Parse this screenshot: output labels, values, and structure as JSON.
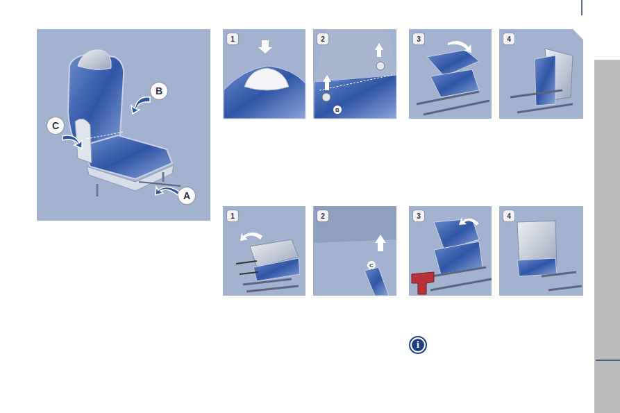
{
  "diagram": {
    "labels": [
      "B",
      "C",
      "A",
      "1",
      "2",
      "B",
      "3",
      "4",
      "1",
      "2",
      "C",
      "3",
      "4",
      "i"
    ]
  }
}
